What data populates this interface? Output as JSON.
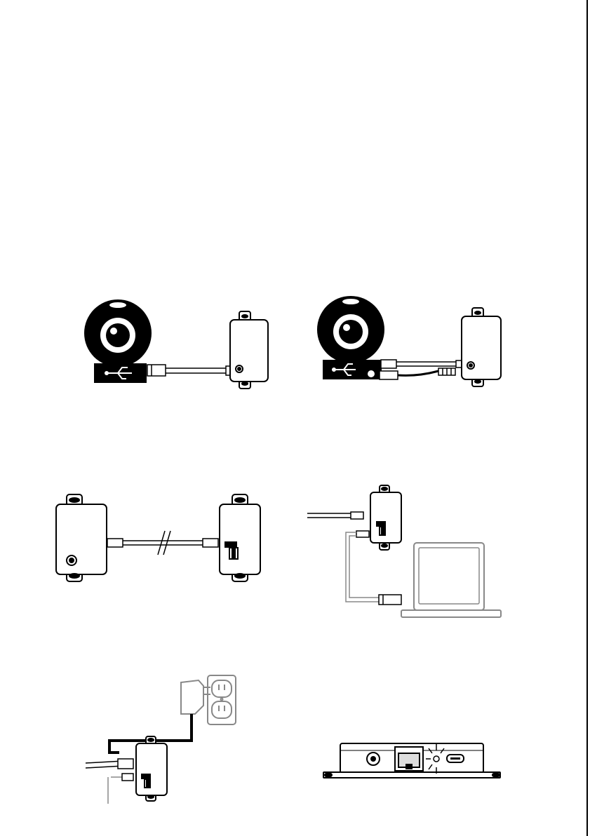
{
  "page": {
    "footer_text": ""
  },
  "figures": [
    {
      "id": "fig1",
      "icon": "camera-usb-to-extender-remote"
    },
    {
      "id": "fig2",
      "icon": "camera-usb-power-to-extender-remote"
    },
    {
      "id": "fig3",
      "icon": "extender-cat-cable-extender"
    },
    {
      "id": "fig4",
      "icon": "extender-usb-to-laptop"
    },
    {
      "id": "fig5",
      "icon": "power-adapter-to-extender"
    },
    {
      "id": "fig6",
      "icon": "extender-side-panel-led"
    }
  ],
  "colors": {
    "ink": "#000000",
    "paper": "#ffffff",
    "gray": "#888888"
  }
}
